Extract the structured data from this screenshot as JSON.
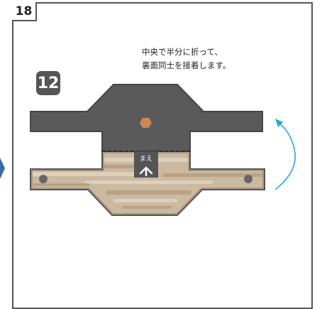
{
  "page": {
    "step_number": "18",
    "instruction_lines": [
      "中央で半分に折って、",
      "裏面同士を接着します。"
    ],
    "part_number": "12",
    "front_label": "まえ"
  },
  "colors": {
    "frame": "#555555",
    "part_gray": "#5a5a5a",
    "wood": "#cbb9a0",
    "wood_light": "#ddd0bd",
    "wood_dark": "#b6a387",
    "knob": "#c98a55",
    "arrow": "#29a5d8",
    "hole": "#666666"
  },
  "icons": {
    "fold_arrow": "curved-arrow-icon",
    "front_arrow": "up-arrow-icon"
  }
}
